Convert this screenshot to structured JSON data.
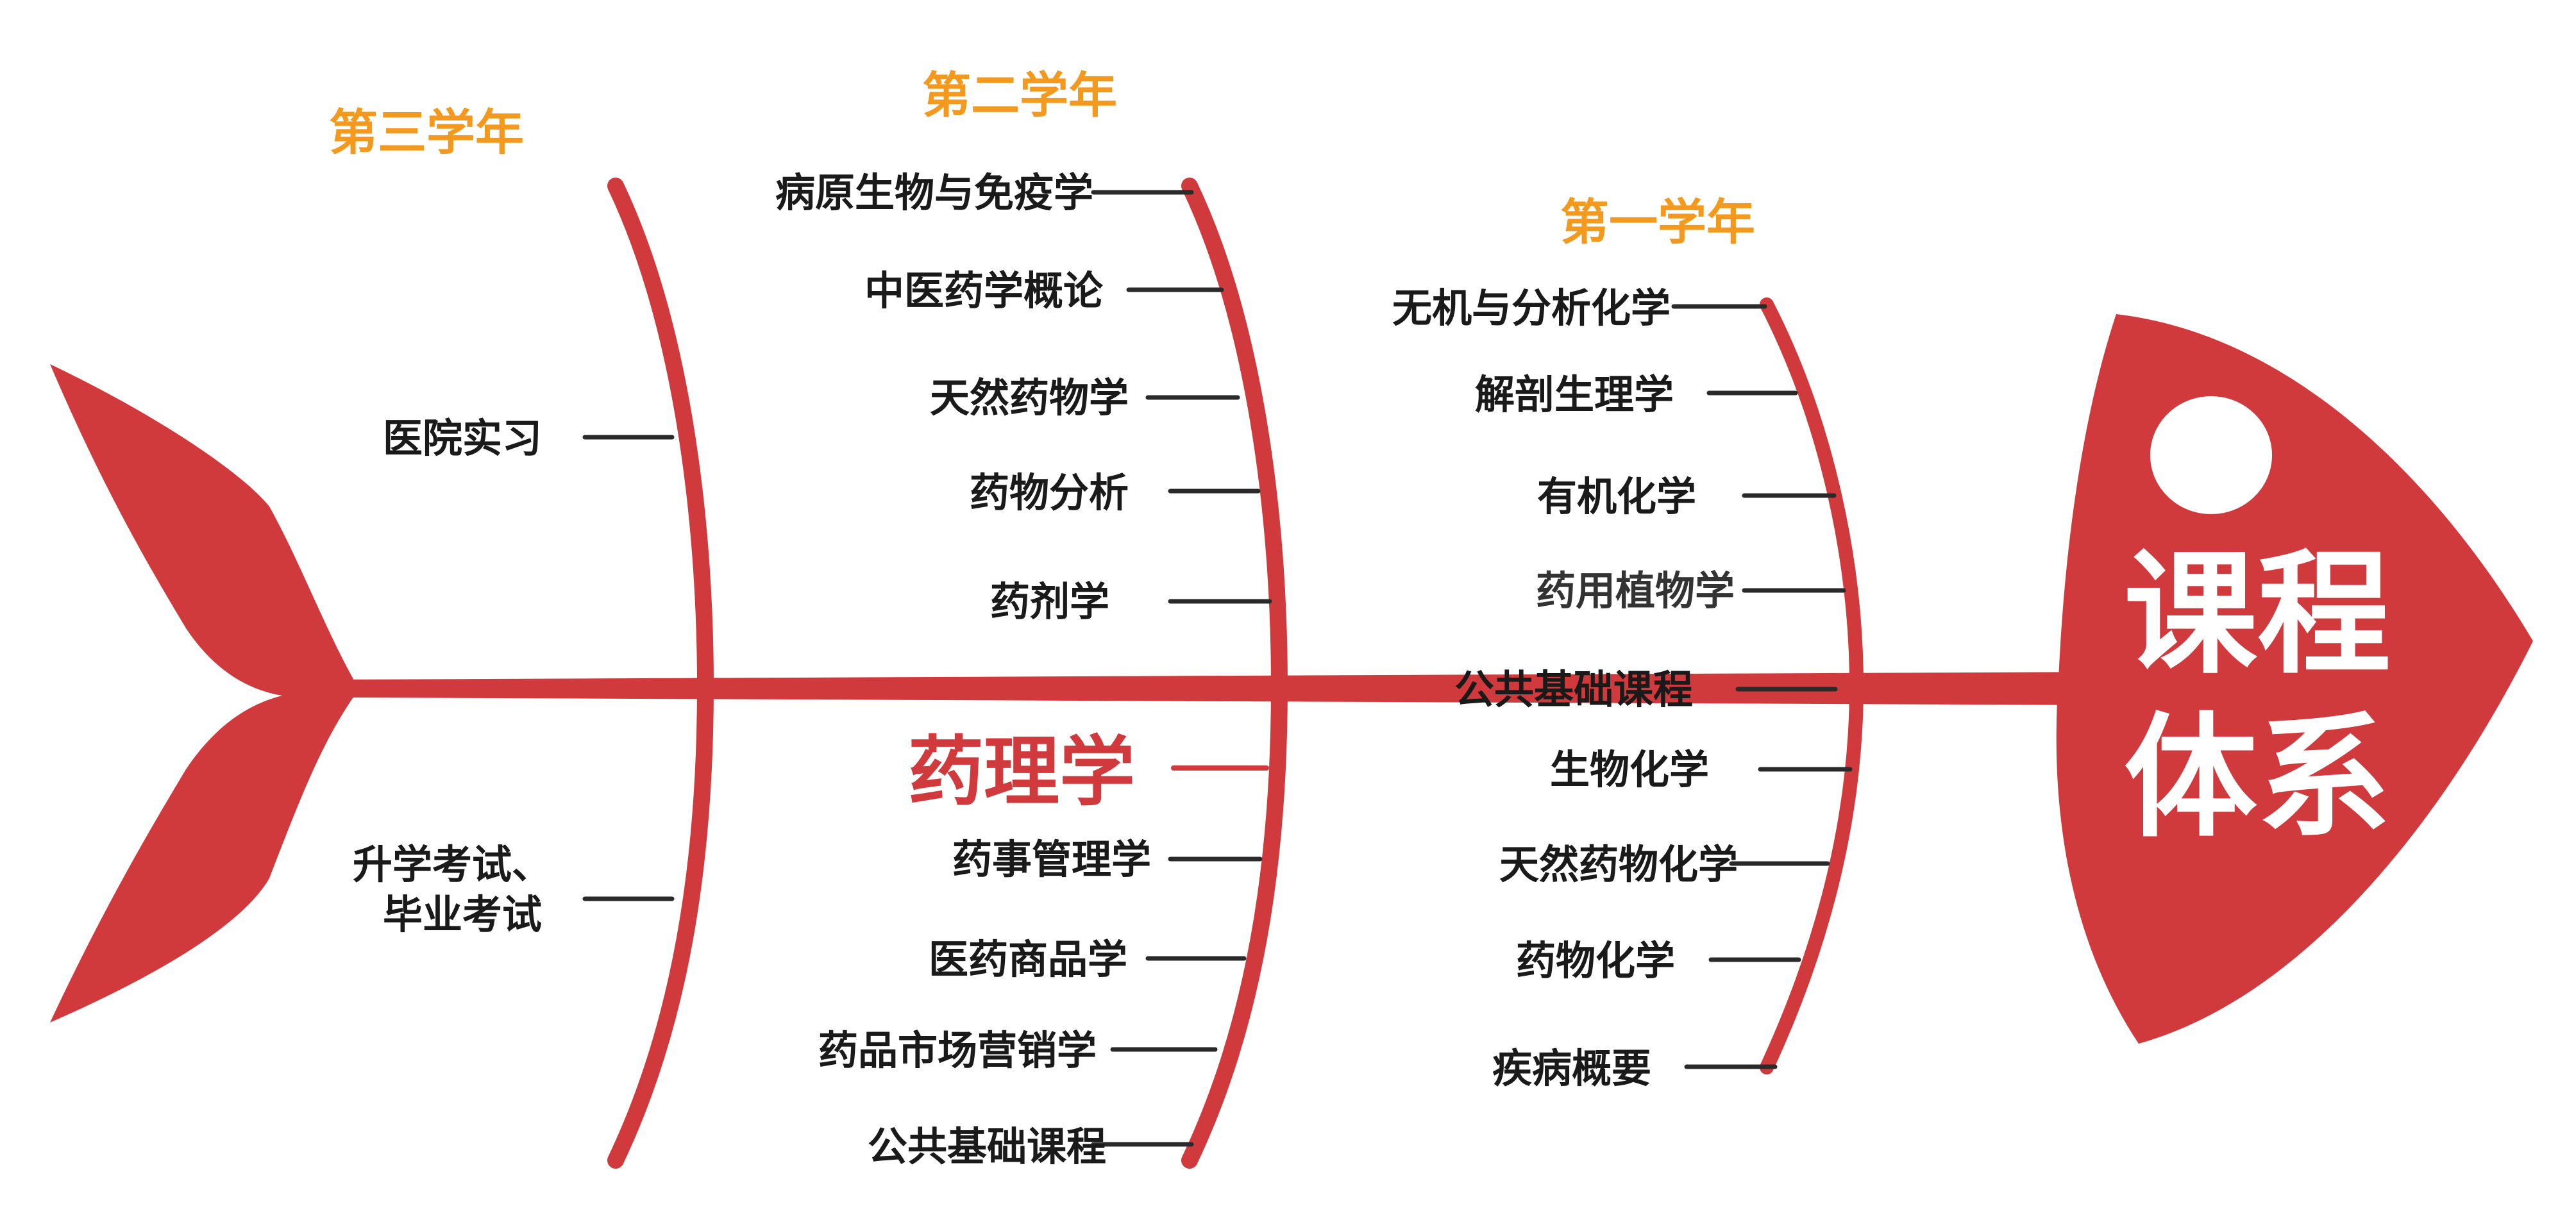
{
  "diagram": {
    "head_title": [
      "课程",
      "体系"
    ],
    "colors": {
      "fish": "#d13a3d",
      "year": "#f39a1e",
      "text": "#1a1a1a",
      "highlight": "#d13a3d"
    },
    "years": {
      "first": "第一学年",
      "second": "第二学年",
      "third": "第三学年"
    },
    "first_year_courses": [
      "无机与分析化学",
      "解剖生理学",
      "有机化学",
      "药用植物学",
      "公共基础课程",
      "生物化学",
      "天然药物化学",
      "药物化学",
      "疾病概要"
    ],
    "second_year_courses": [
      "病原生物与免疫学",
      "中医药学概论",
      "天然药物学",
      "药物分析",
      "药剂学",
      "药理学",
      "药事管理学",
      "医药商品学",
      "药品市场营销学",
      "公共基础课程"
    ],
    "third_year_items": [
      "医院实习",
      "升学考试、",
      "毕业考试"
    ]
  }
}
